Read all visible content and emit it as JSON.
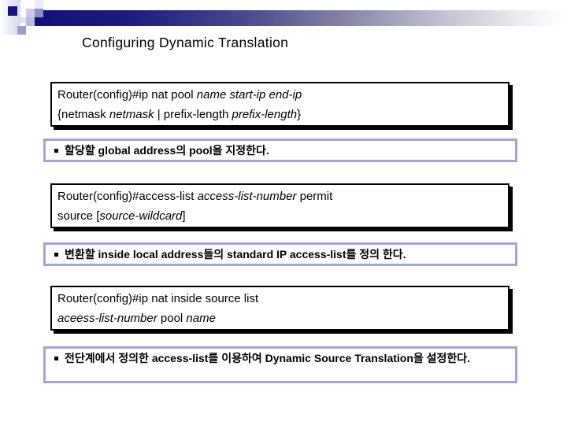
{
  "slide": {
    "title": "Configuring Dynamic Translation"
  },
  "theme": {
    "navy": "#15157b",
    "periwinkle": "#a3a3d4",
    "box_border": "#000000",
    "text": "#000000",
    "background": "#ffffff"
  },
  "code_boxes": [
    {
      "name": "ip-nat-pool-command",
      "lines": [
        [
          {
            "t": "Router(config)#ip nat pool ",
            "i": false
          },
          {
            "t": "name start-ip end-ip",
            "i": true
          }
        ],
        [
          {
            "t": "{netmask ",
            "i": false
          },
          {
            "t": "netmask",
            "i": true
          },
          {
            "t": " | prefix-length ",
            "i": false
          },
          {
            "t": "prefix-length",
            "i": true
          },
          {
            "t": "}",
            "i": false
          }
        ]
      ]
    },
    {
      "name": "access-list-command",
      "lines": [
        [
          {
            "t": "Router(config)#access-list ",
            "i": false
          },
          {
            "t": "access-list-number",
            "i": true
          },
          {
            "t": " permit",
            "i": false
          }
        ],
        [
          {
            "t": "source [",
            "i": false
          },
          {
            "t": "source-wildcard",
            "i": true
          },
          {
            "t": "]",
            "i": false
          }
        ]
      ]
    },
    {
      "name": "ip-nat-inside-source-command",
      "lines": [
        [
          {
            "t": "Router(config)#ip nat inside source list",
            "i": false
          }
        ],
        [
          {
            "t": "aceess-list-number",
            "i": true
          },
          {
            "t": " pool ",
            "i": false
          },
          {
            "t": "name",
            "i": true
          }
        ]
      ]
    }
  ],
  "bullets": [
    {
      "text": "할당할 global address의 pool을 지정한다."
    },
    {
      "text": "변환할 inside local address들의 standard IP access-list를 정의 한다."
    },
    {
      "text": "전단계에서 정의한 access-list를 이용하여 Dynamic Source Translation을 설정한다."
    }
  ]
}
